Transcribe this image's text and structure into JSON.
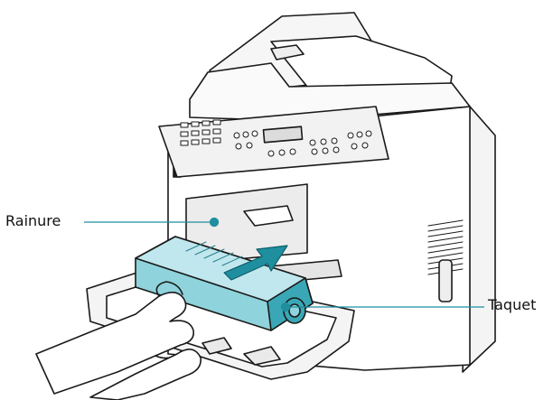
{
  "callouts": {
    "rainure": "Rainure",
    "taquet": "Taquet"
  },
  "colors": {
    "cartridge": "#8fd3dc",
    "cartridge_dark": "#3aa7b6",
    "arrow": "#1f8fa0",
    "leader": "#1f8fa0",
    "outline": "#1a1a1a"
  },
  "icons": [
    "printer-illustration",
    "toner-cartridge",
    "insert-arrow",
    "hand-illustration"
  ]
}
